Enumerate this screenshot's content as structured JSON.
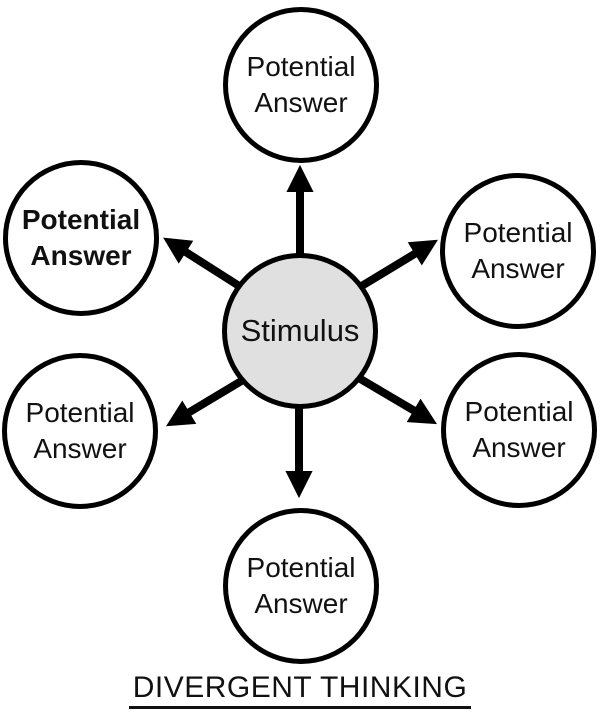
{
  "diagram": {
    "title": "DIVERGENT THINKING",
    "center": {
      "label": "Stimulus"
    },
    "nodes": [
      {
        "id": "top",
        "line1": "Potential",
        "line2": "Answer"
      },
      {
        "id": "top-left",
        "line1": "Potential",
        "line2": "Answer"
      },
      {
        "id": "top-right",
        "line1": "Potential",
        "line2": "Answer"
      },
      {
        "id": "bottom-left",
        "line1": "Potential",
        "line2": "Answer"
      },
      {
        "id": "bottom-right",
        "line1": "Potential",
        "line2": "Answer"
      },
      {
        "id": "bottom",
        "line1": "Potential",
        "line2": "Answer"
      }
    ],
    "colors": {
      "stroke": "#000000",
      "node_fill": "#ffffff",
      "center_fill": "#e0e0e0",
      "background": "#ffffff"
    }
  }
}
